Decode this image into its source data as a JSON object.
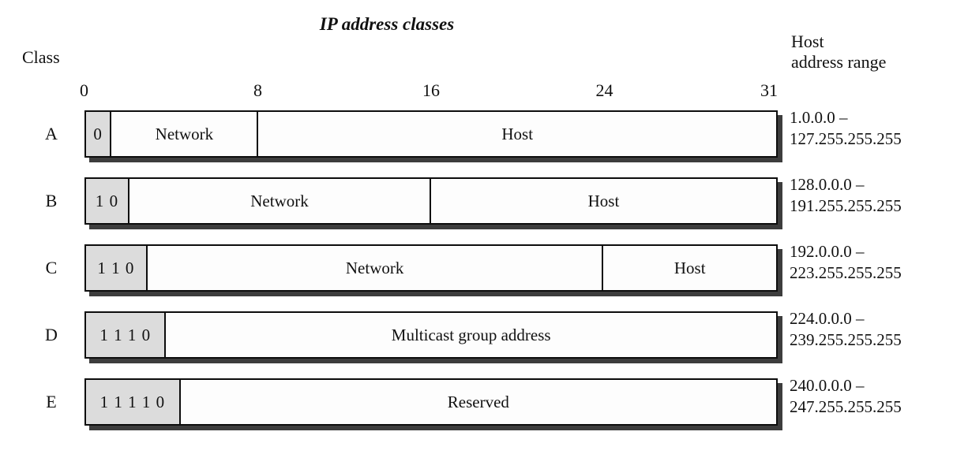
{
  "title": "IP address classes",
  "header": {
    "class_label": "Class",
    "range_label_line1": "Host",
    "range_label_line2": "address range"
  },
  "scale": {
    "ticks": [
      "0",
      "8",
      "16",
      "24",
      "31"
    ]
  },
  "rows": [
    {
      "class": "A",
      "prefix_bits": "0",
      "segments": [
        "Network",
        "Host"
      ],
      "range_line1": "1.0.0.0 –",
      "range_line2": "127.255.255.255"
    },
    {
      "class": "B",
      "prefix_bits": "1 0",
      "segments": [
        "Network",
        "Host"
      ],
      "range_line1": "128.0.0.0 –",
      "range_line2": "191.255.255.255"
    },
    {
      "class": "C",
      "prefix_bits": "1 1 0",
      "segments": [
        "Network",
        "Host"
      ],
      "range_line1": "192.0.0.0 –",
      "range_line2": "223.255.255.255"
    },
    {
      "class": "D",
      "prefix_bits": "1 1 1 0",
      "segments": [
        "Multicast group address"
      ],
      "range_line1": "224.0.0.0 –",
      "range_line2": "239.255.255.255"
    },
    {
      "class": "E",
      "prefix_bits": "1 1 1 1 0",
      "segments": [
        "Reserved"
      ],
      "range_line1": "240.0.0.0 –",
      "range_line2": "247.255.255.255"
    }
  ],
  "colors": {
    "prefix_fill": "#dcdcdc",
    "bar_fill": "#fdfdfd",
    "border_color": "#0d0d0d",
    "shadow_color": "#3d3d3d"
  }
}
